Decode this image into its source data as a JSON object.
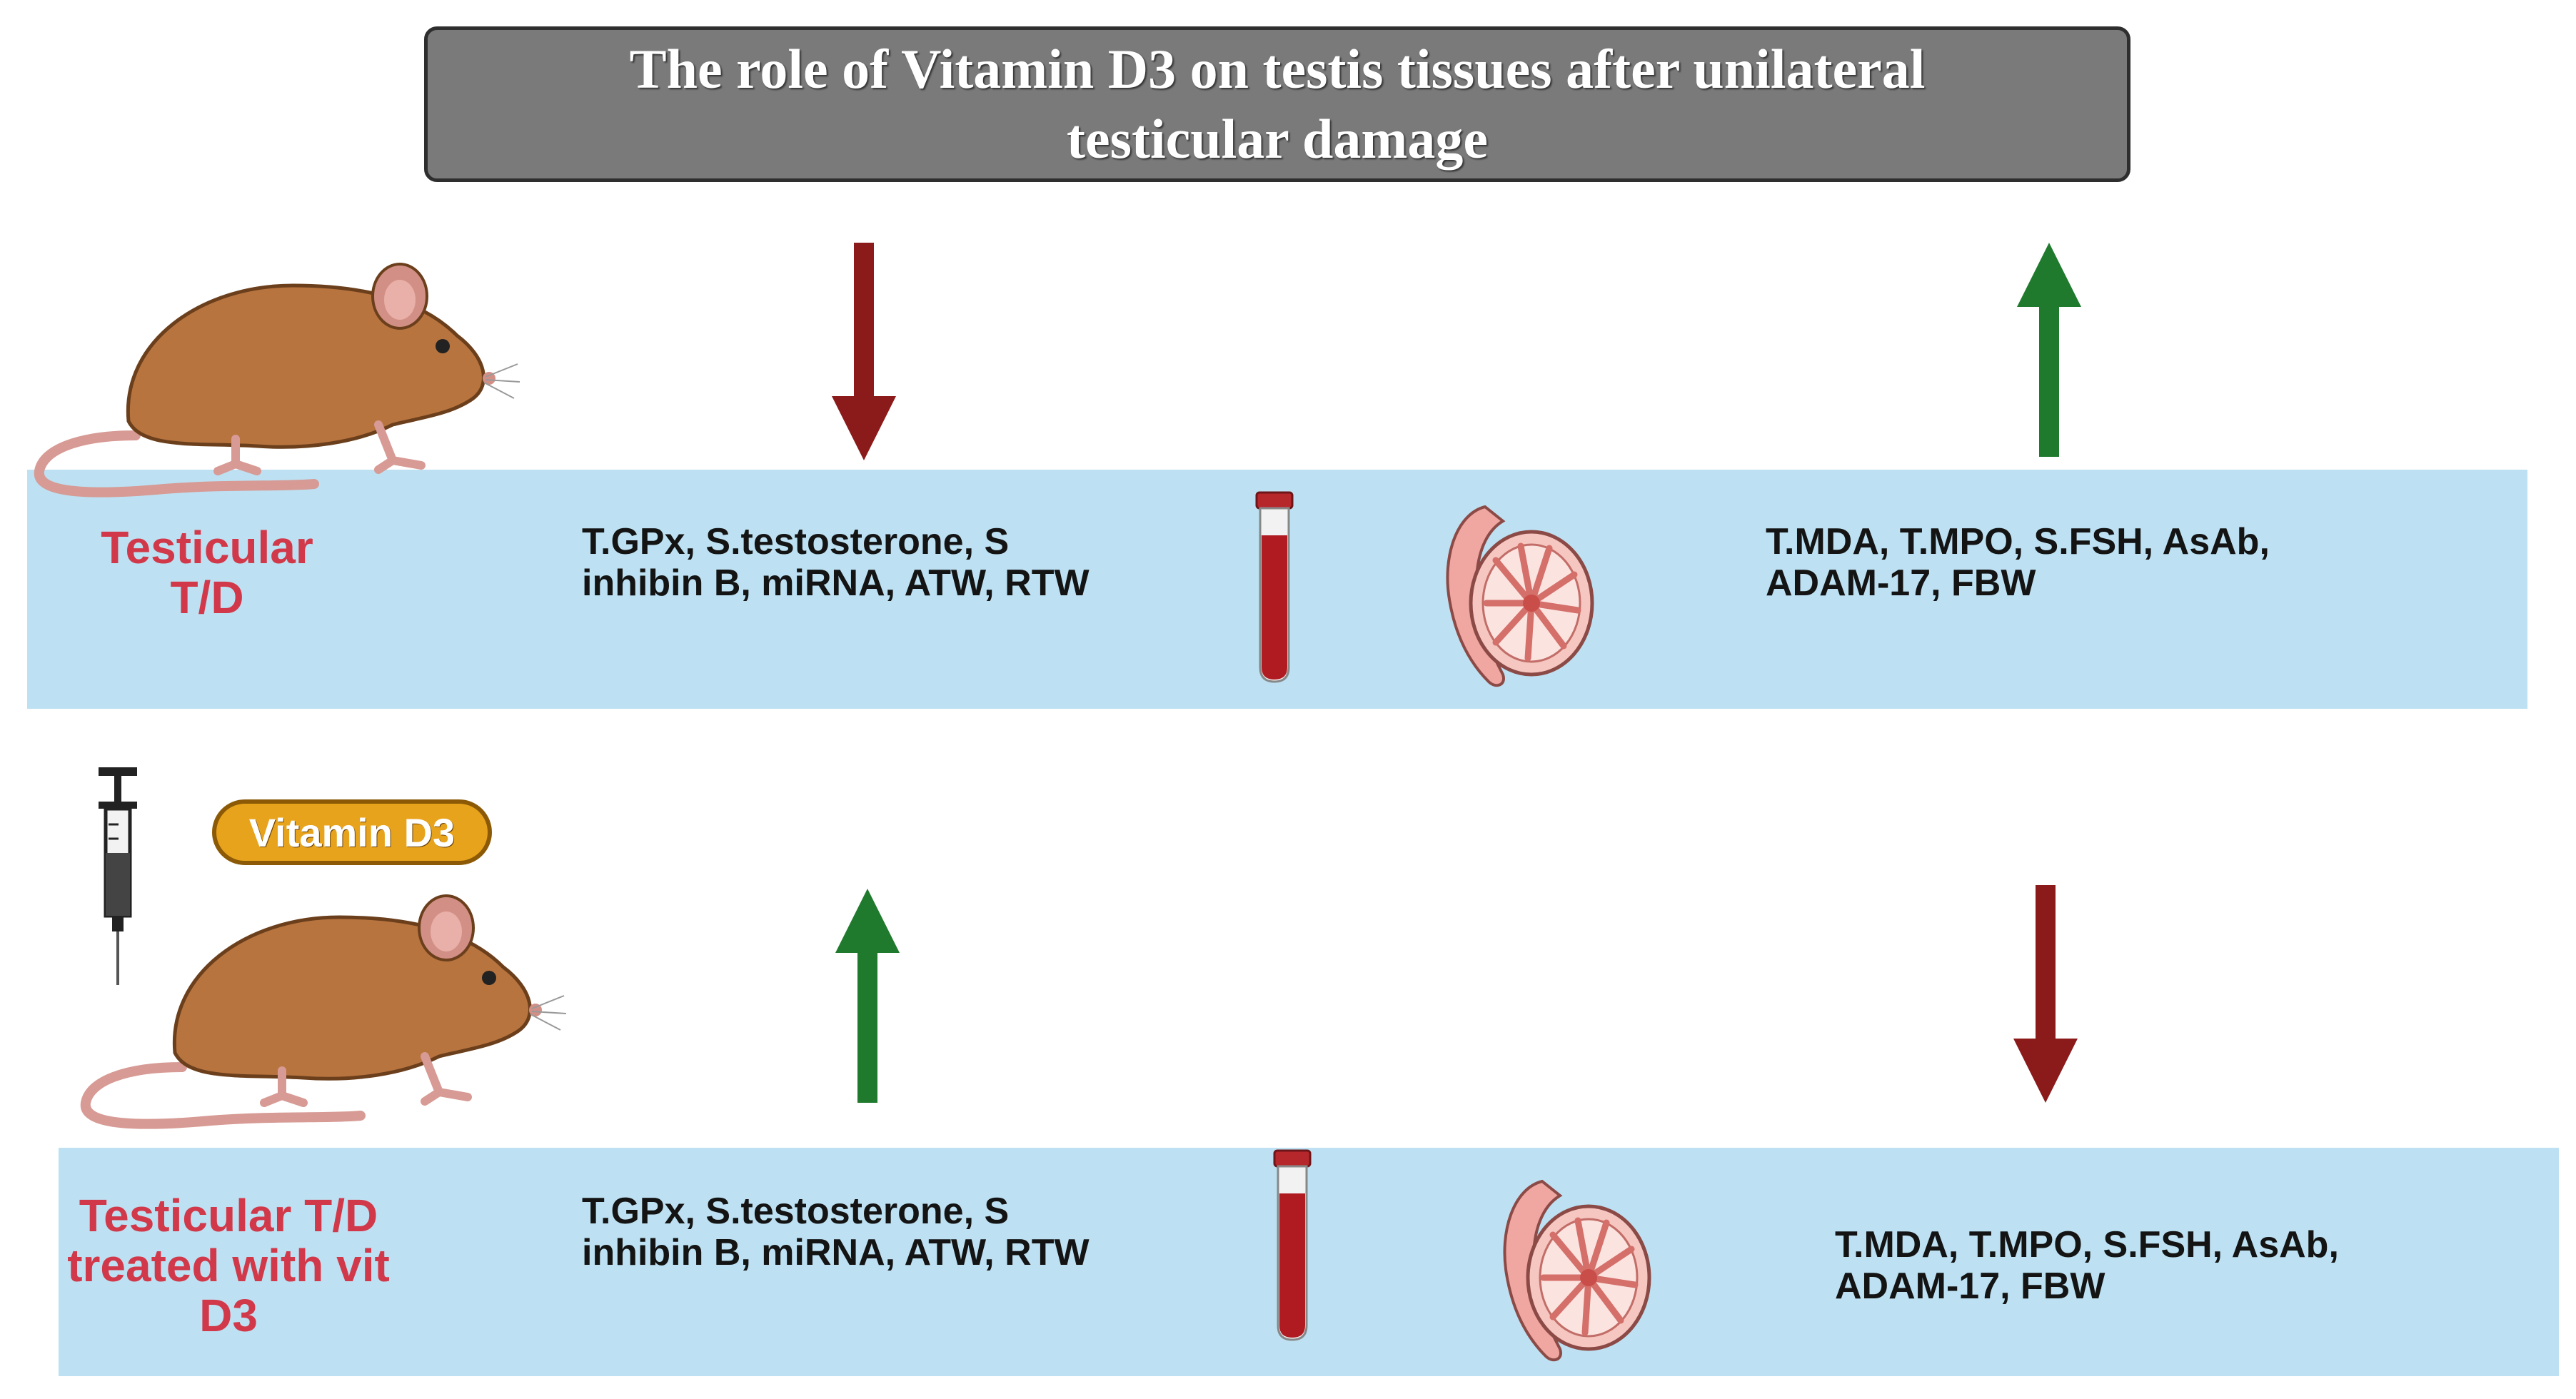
{
  "title": {
    "line1": "The role of Vitamin D3 on testis tissues after unilateral",
    "line2": "testicular damage"
  },
  "groups": [
    {
      "label_line1": "Testicular",
      "label_line2": "T/D",
      "left_markers_line1": "T.GPx, S.testosterone, S",
      "left_markers_line2": "inhibin B, miRNA, ATW, RTW",
      "right_markers_line1": "T.MDA, T.MPO,  S.FSH, AsAb,",
      "right_markers_line2": "ADAM-17, FBW",
      "left_arrow": "down",
      "right_arrow": "up"
    },
    {
      "label_line1": "Testicular T/D",
      "label_line2": "treated with vit",
      "label_line3": "D3",
      "left_markers_line1": "T.GPx, S.testosterone, S",
      "left_markers_line2": "inhibin B, miRNA, ATW, RTW",
      "right_markers_line1": "T.MDA, T.MPO,  S.FSH, AsAb,",
      "right_markers_line2": "ADAM-17, FBW",
      "left_arrow": "up",
      "right_arrow": "down"
    }
  ],
  "treatment_badge": "Vitamin D3",
  "colors": {
    "decrease_arrow": "#8b1a1a",
    "increase_arrow": "#1f7a2e",
    "band": "#bde1f2",
    "group_label": "#d1394a",
    "title_box": "#7a7a7a",
    "badge": "#e8a31c"
  },
  "icons": [
    "rat-icon",
    "syringe-icon",
    "blood-tube-icon",
    "testis-icon"
  ]
}
